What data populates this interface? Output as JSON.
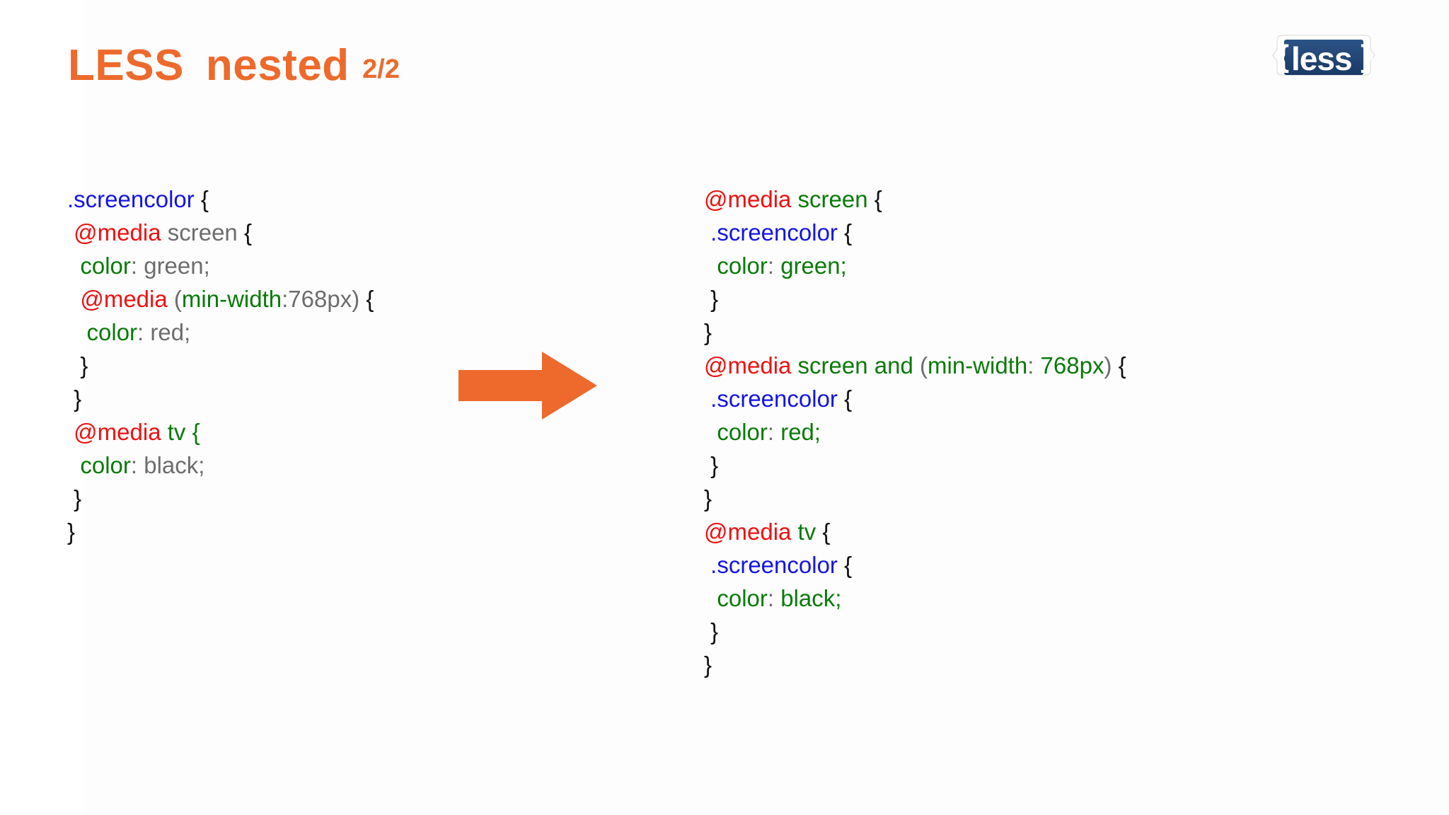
{
  "slide": {
    "title_main": "LESS",
    "title_word": "nested",
    "title_sub": "2/2",
    "logo_text": "less",
    "logo_brace_left": "{",
    "logo_brace_right": "}",
    "arrow_name": "right-arrow"
  },
  "colors": {
    "accent_orange": "#ED6A2C",
    "logo_navy": "#21457A",
    "selector_blue": "#1414E6",
    "at_rule_red": "#EE1111",
    "value_gray": "#6d6d6d",
    "property_green": "#0A7A0A",
    "brace_black": "#101010",
    "background": "#ffffff"
  },
  "code_left": {
    "title": "nested LESS source",
    "lines": [
      [
        {
          "t": ".screencolor",
          "c": "sel"
        },
        {
          "t": " ",
          "c": "gray"
        },
        {
          "t": "{",
          "c": "black"
        }
      ],
      [
        {
          "t": " ",
          "c": "gray"
        },
        {
          "t": "@media",
          "c": "at"
        },
        {
          "t": " screen ",
          "c": "gray"
        },
        {
          "t": "{",
          "c": "black"
        }
      ],
      [
        {
          "t": "  ",
          "c": "gray"
        },
        {
          "t": "color",
          "c": "green"
        },
        {
          "t": ": green;",
          "c": "gray"
        }
      ],
      [
        {
          "t": "  ",
          "c": "gray"
        },
        {
          "t": "@media",
          "c": "at"
        },
        {
          "t": " (",
          "c": "gray"
        },
        {
          "t": "min-width",
          "c": "green"
        },
        {
          "t": ":768px) ",
          "c": "gray"
        },
        {
          "t": "{",
          "c": "black"
        }
      ],
      [
        {
          "t": "   ",
          "c": "gray"
        },
        {
          "t": "color",
          "c": "green"
        },
        {
          "t": ": red;",
          "c": "gray"
        }
      ],
      [
        {
          "t": "  ",
          "c": "gray"
        },
        {
          "t": "}",
          "c": "black"
        }
      ],
      [
        {
          "t": " ",
          "c": "gray"
        },
        {
          "t": "}",
          "c": "black"
        }
      ],
      [
        {
          "t": " ",
          "c": "gray"
        },
        {
          "t": "@media",
          "c": "at"
        },
        {
          "t": " tv ",
          "c": "green"
        },
        {
          "t": "{",
          "c": "green"
        }
      ],
      [
        {
          "t": "  ",
          "c": "gray"
        },
        {
          "t": "color",
          "c": "green"
        },
        {
          "t": ": black;",
          "c": "gray"
        }
      ],
      [
        {
          "t": " ",
          "c": "gray"
        },
        {
          "t": "}",
          "c": "black"
        }
      ],
      [
        {
          "t": "}",
          "c": "black"
        }
      ]
    ]
  },
  "code_right": {
    "title": "compiled CSS output",
    "lines": [
      [
        {
          "t": "@media",
          "c": "at"
        },
        {
          "t": " screen ",
          "c": "green"
        },
        {
          "t": "{",
          "c": "black"
        }
      ],
      [
        {
          "t": " ",
          "c": "gray"
        },
        {
          "t": ".screencolor",
          "c": "sel"
        },
        {
          "t": " ",
          "c": "gray"
        },
        {
          "t": "{",
          "c": "black"
        }
      ],
      [
        {
          "t": "  ",
          "c": "gray"
        },
        {
          "t": "color",
          "c": "green"
        },
        {
          "t": ":",
          "c": "gray"
        },
        {
          "t": " green;",
          "c": "green"
        }
      ],
      [
        {
          "t": " ",
          "c": "gray"
        },
        {
          "t": "}",
          "c": "black"
        }
      ],
      [
        {
          "t": "}",
          "c": "black"
        }
      ],
      [
        {
          "t": "@media",
          "c": "at"
        },
        {
          "t": " screen and ",
          "c": "green"
        },
        {
          "t": "(",
          "c": "gray"
        },
        {
          "t": "min-width",
          "c": "green"
        },
        {
          "t": ":",
          "c": "gray"
        },
        {
          "t": " 768px",
          "c": "green"
        },
        {
          "t": ") ",
          "c": "gray"
        },
        {
          "t": "{",
          "c": "black"
        }
      ],
      [
        {
          "t": " ",
          "c": "gray"
        },
        {
          "t": ".screencolor",
          "c": "sel"
        },
        {
          "t": " ",
          "c": "gray"
        },
        {
          "t": "{",
          "c": "black"
        }
      ],
      [
        {
          "t": "  ",
          "c": "gray"
        },
        {
          "t": "color",
          "c": "green"
        },
        {
          "t": ":",
          "c": "gray"
        },
        {
          "t": " red;",
          "c": "green"
        }
      ],
      [
        {
          "t": " ",
          "c": "gray"
        },
        {
          "t": "}",
          "c": "black"
        }
      ],
      [
        {
          "t": "}",
          "c": "black"
        }
      ],
      [
        {
          "t": "@media",
          "c": "at"
        },
        {
          "t": " tv ",
          "c": "green"
        },
        {
          "t": "{",
          "c": "black"
        }
      ],
      [
        {
          "t": " ",
          "c": "gray"
        },
        {
          "t": ".screencolor",
          "c": "sel"
        },
        {
          "t": " ",
          "c": "gray"
        },
        {
          "t": "{",
          "c": "black"
        }
      ],
      [
        {
          "t": "  ",
          "c": "gray"
        },
        {
          "t": "color",
          "c": "green"
        },
        {
          "t": ":",
          "c": "gray"
        },
        {
          "t": " black;",
          "c": "green"
        }
      ],
      [
        {
          "t": " ",
          "c": "gray"
        },
        {
          "t": "}",
          "c": "black"
        }
      ],
      [
        {
          "t": "}",
          "c": "black"
        }
      ]
    ]
  }
}
